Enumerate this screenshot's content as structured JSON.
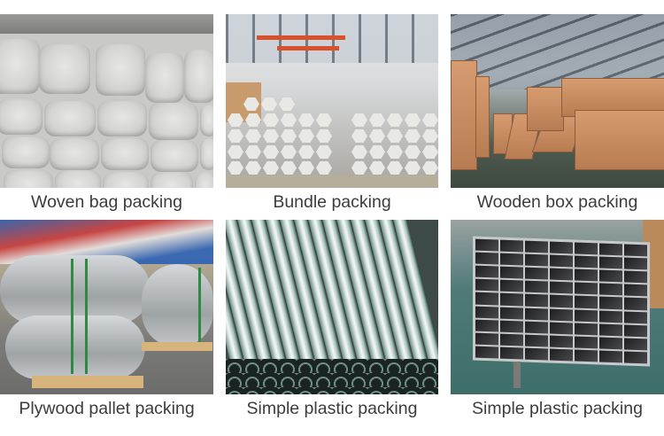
{
  "gallery": {
    "items": [
      {
        "label": "Woven bag packing",
        "image": "woven-bag-packed-pipes-photo"
      },
      {
        "label": "Bundle packing",
        "image": "hexagonal-bundled-pipes-warehouse-photo"
      },
      {
        "label": "Wooden box packing",
        "image": "wooden-crates-warehouse-photo"
      },
      {
        "label": "Plywood pallet packing",
        "image": "pipe-elbows-on-plywood-pallet-photo"
      },
      {
        "label": "Simple plastic packing",
        "image": "round-pipes-plastic-wrapped-photo"
      },
      {
        "label": "Simple plastic packing",
        "image": "square-tubes-plastic-wrapped-photo"
      }
    ]
  },
  "colors": {
    "background": "#ffffff",
    "label_text": "#3c3c3c"
  }
}
